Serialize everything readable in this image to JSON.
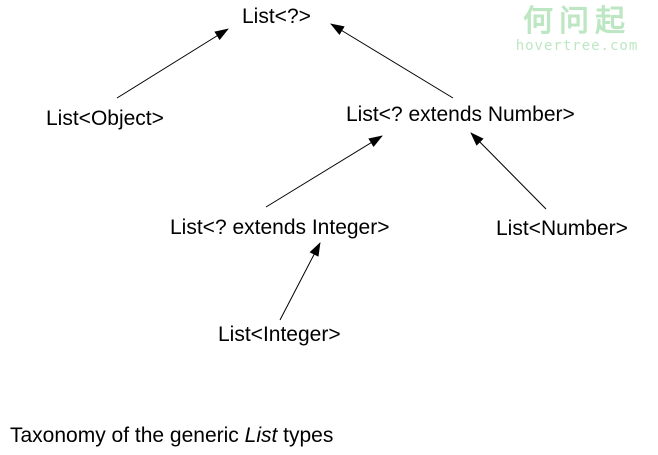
{
  "nodes": {
    "list_wildcard": "List<?>",
    "list_object": "List<Object>",
    "list_extends_number": "List<? extends Number>",
    "list_extends_integer": "List<? extends Integer>",
    "list_number": "List<Number>",
    "list_integer": "List<Integer>"
  },
  "edges": [
    {
      "from": "list_object",
      "to": "list_wildcard"
    },
    {
      "from": "list_extends_number",
      "to": "list_wildcard"
    },
    {
      "from": "list_extends_integer",
      "to": "list_extends_number"
    },
    {
      "from": "list_number",
      "to": "list_extends_number"
    },
    {
      "from": "list_integer",
      "to": "list_extends_integer"
    }
  ],
  "caption": {
    "prefix": "Taxonomy of the generic ",
    "emphasis": "List",
    "suffix": " types"
  },
  "watermark": {
    "cn": "何问起",
    "en": "hovertree.com"
  },
  "colors": {
    "text": "#000000",
    "background": "#ffffff",
    "watermark": "#a6dfae"
  }
}
